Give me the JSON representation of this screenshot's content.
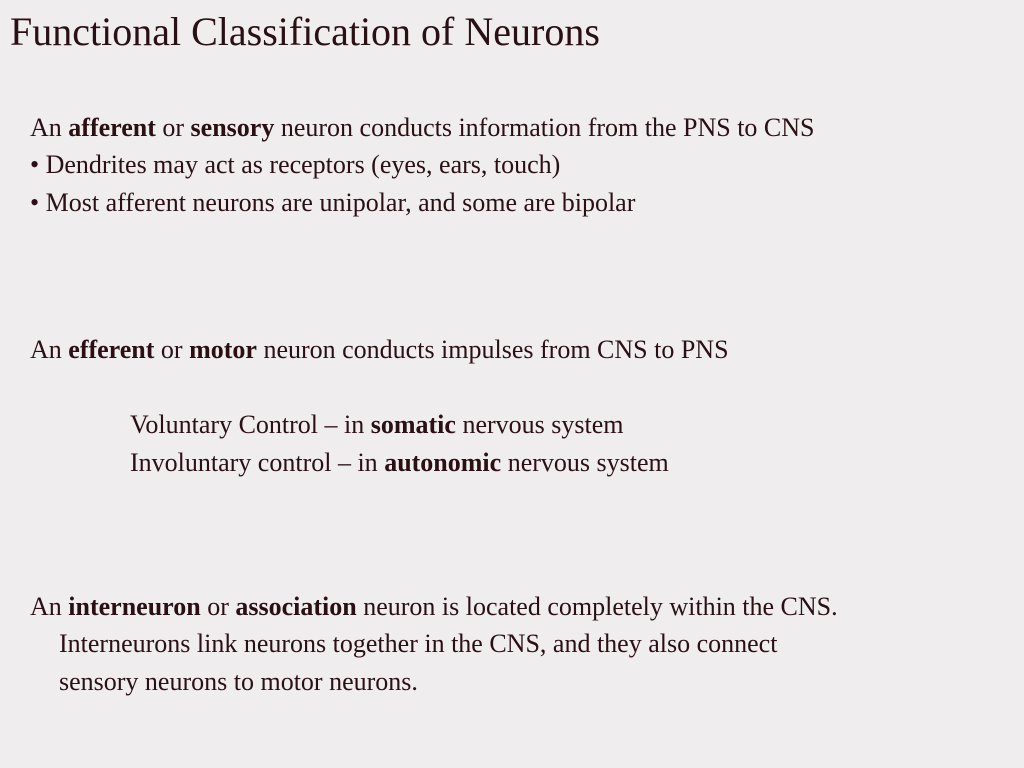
{
  "slide": {
    "title": "Functional Classification of Neurons"
  },
  "afferent": {
    "an": "An",
    "term1": "afferent",
    "or": "or",
    "term2": "sensory",
    "rest": "neuron conducts information from the PNS to CNS",
    "bullets": [
      "• Dendrites may act as receptors (eyes, ears, touch)",
      "• Most afferent neurons are unipolar, and some are bipolar"
    ]
  },
  "efferent": {
    "an": "An",
    "term1": "efferent",
    "or": "or",
    "term2": "motor",
    "rest": "neuron conducts impulses from CNS to PNS",
    "voluntary": {
      "pre": "Voluntary Control – in",
      "term": "somatic",
      "post": "nervous system"
    },
    "involuntary": {
      "pre": "Involuntary control – in",
      "term": "autonomic",
      "post": "nervous system"
    }
  },
  "interneuron": {
    "an": "An",
    "term1": "interneuron",
    "or": "or",
    "term2": "association",
    "rest": "neuron is located completely within the CNS.",
    "line2": "Interneurons link neurons together in the CNS, and they also connect",
    "line3": "sensory neurons to motor neurons."
  }
}
